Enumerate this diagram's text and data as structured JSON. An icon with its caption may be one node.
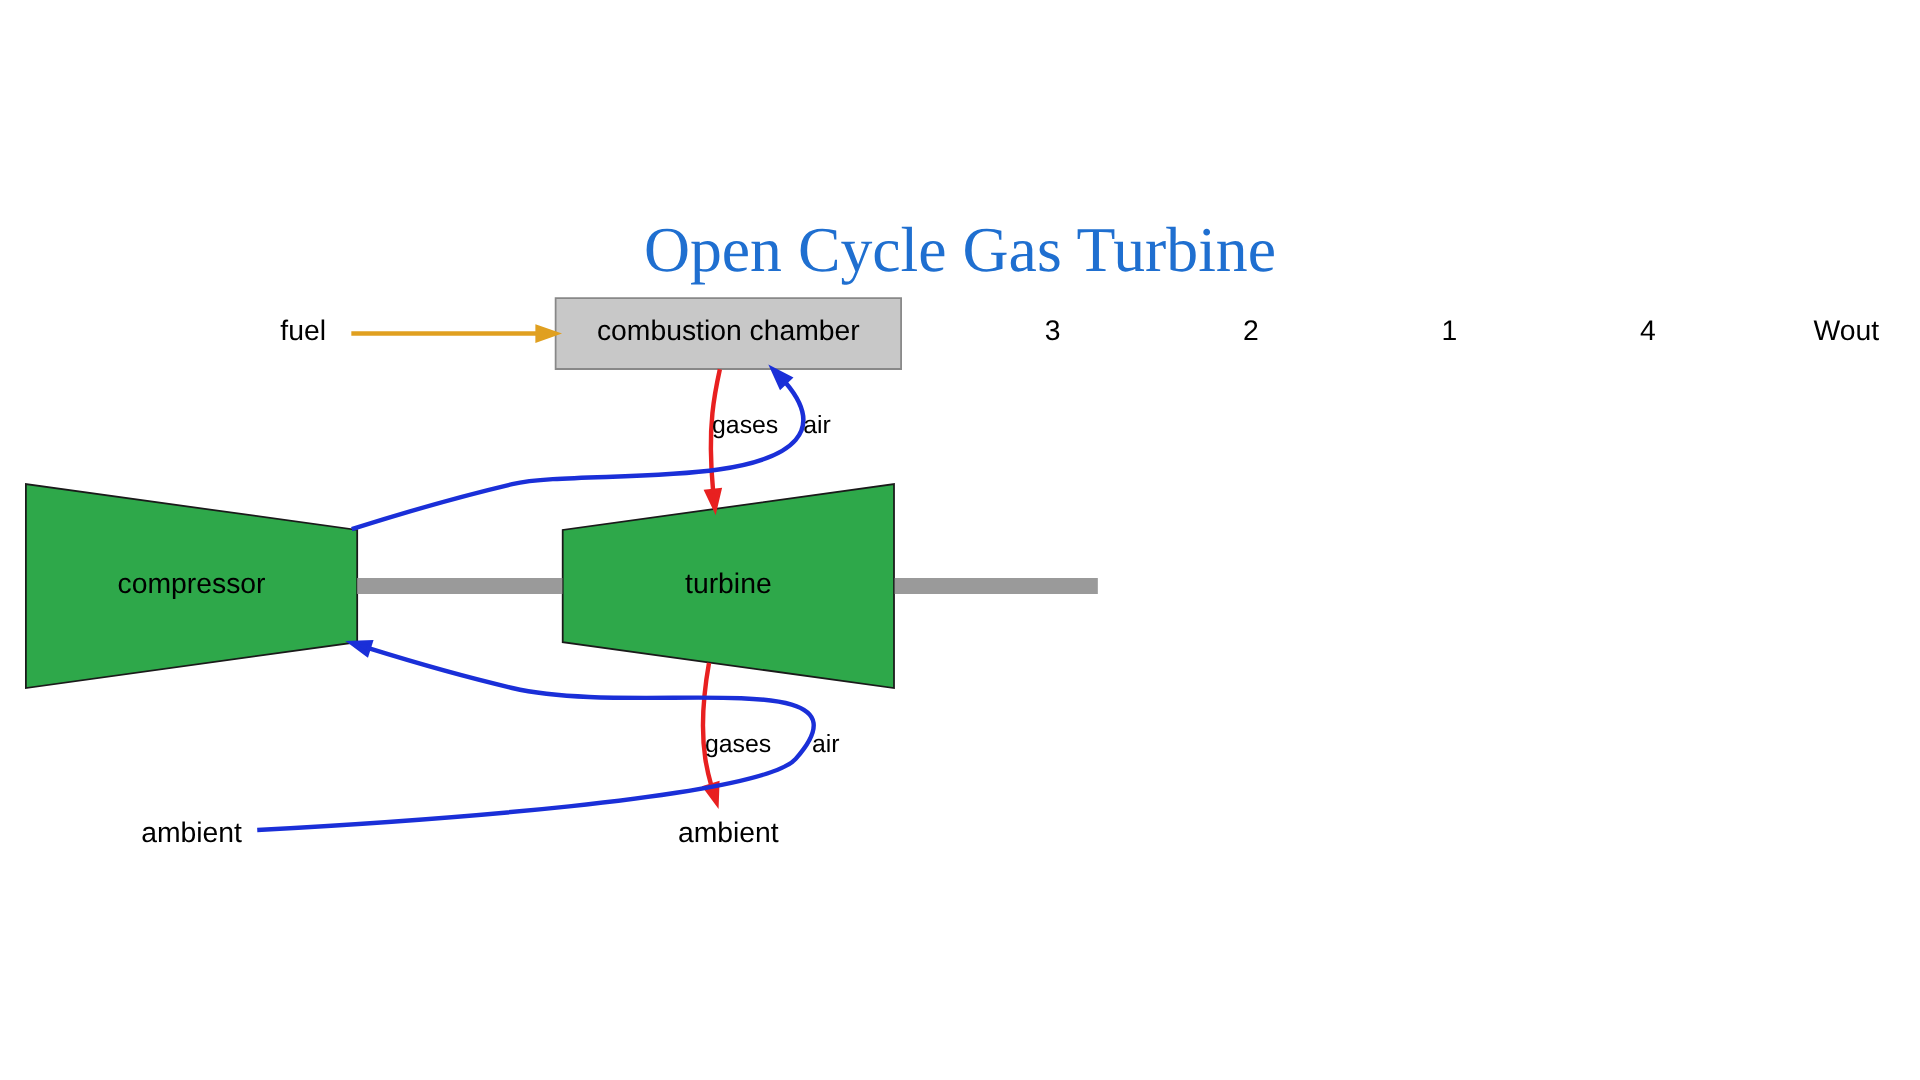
{
  "diagram": {
    "title": "Open Cycle Gas Turbine",
    "nodes": [
      {
        "text": [
          "fuel"
        ]
      },
      {
        "text": [
          "combustion chamber"
        ]
      },
      {
        "text": [
          "compressor"
        ]
      },
      {
        "text": [
          "turbine"
        ]
      },
      {
        "text": [
          "ambient"
        ]
      },
      {
        "text": [
          "ambient"
        ]
      }
    ],
    "edges": [
      {
        "from": 0,
        "to": 1,
        "arrow": "to",
        "color": "#e0a020"
      },
      {
        "from": 2,
        "to": 1,
        "arrow": "to",
        "label": "air",
        "color": "#1a2fd8"
      },
      {
        "from": 1,
        "to": 3,
        "arrow": "to",
        "label": "gases",
        "color": "#e82020"
      },
      {
        "from": 4,
        "to": 2,
        "arrow": "to",
        "label": "air",
        "color": "#1a2fd8"
      },
      {
        "from": 3,
        "to": 5,
        "arrow": "to",
        "label": "gases",
        "color": "#e82020"
      },
      {
        "from": 2,
        "to": 3,
        "arrow": "none",
        "style": "thick",
        "color": "#9a9a9a"
      },
      {
        "from": 3,
        "to": null,
        "arrow": "none",
        "style": "thick",
        "color": "#9a9a9a"
      }
    ],
    "labels": [
      "3",
      "2",
      "1",
      "4",
      "Wout"
    ]
  }
}
